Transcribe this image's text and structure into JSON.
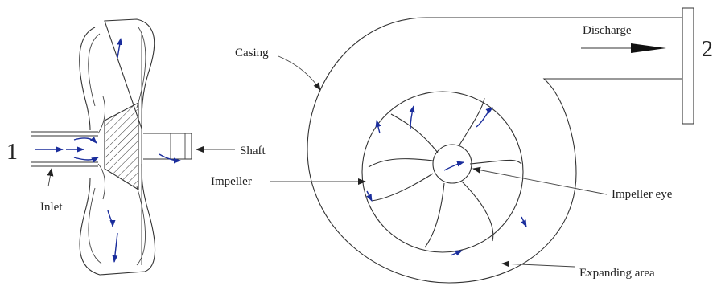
{
  "labels": {
    "station_inlet": "1",
    "station_outlet": "2",
    "inlet": "Inlet",
    "shaft": "Shaft",
    "casing": "Casing",
    "discharge": "Discharge",
    "impeller": "Impeller",
    "impeller_eye": "Impeller eye",
    "expanding_area": "Expanding area"
  },
  "colors": {
    "flow_arrow": "#1a2d9c",
    "line": "#333333"
  }
}
